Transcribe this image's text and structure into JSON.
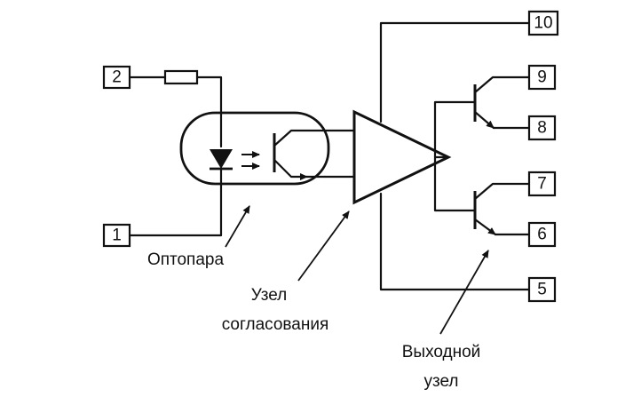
{
  "pins": {
    "p1": "1",
    "p2": "2",
    "p5": "5",
    "p6": "6",
    "p7": "7",
    "p8": "8",
    "p9": "9",
    "p10": "10"
  },
  "labels": {
    "optocoupler": "Оптопара",
    "matching_line1": "Узел",
    "matching_line2": "согласования",
    "output_line1": "Выходной",
    "output_line2": "узел"
  },
  "colors": {
    "ink": "#111111",
    "background": "#ffffff"
  }
}
